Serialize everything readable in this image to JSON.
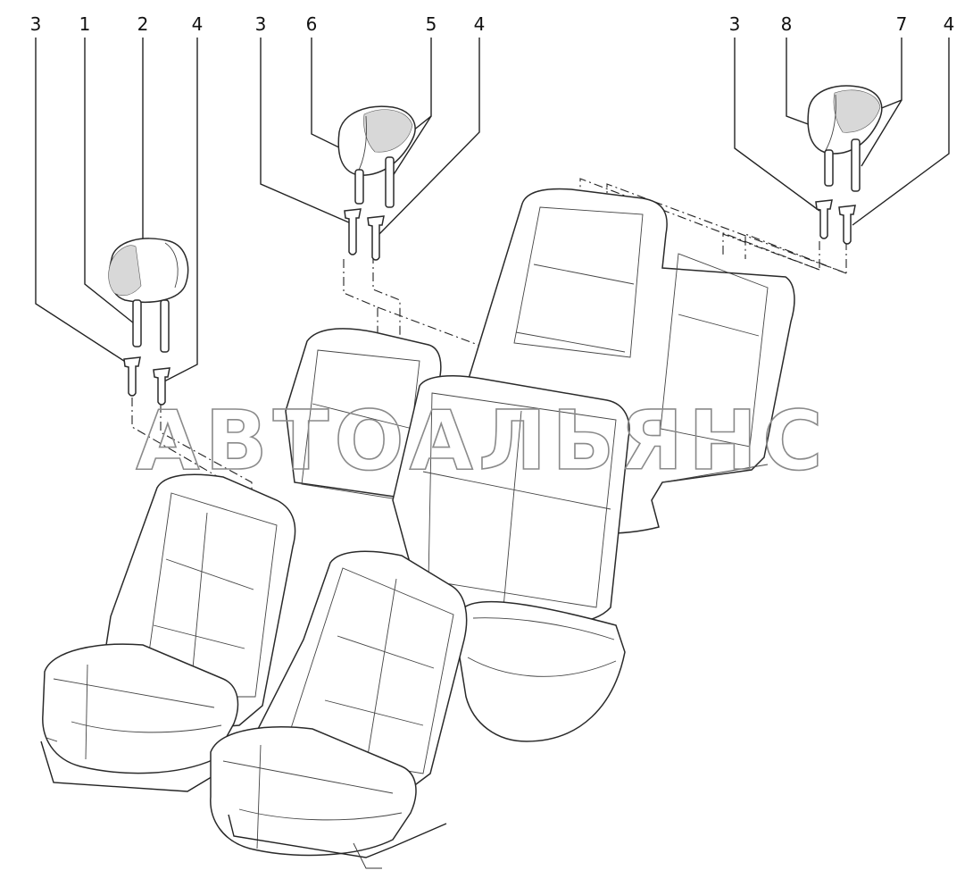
{
  "watermark": "АВТОАЛЬЯНС",
  "callouts": {
    "left_3": "3",
    "left_1": "1",
    "left_2": "2",
    "left_4": "4",
    "mid_3": "3",
    "mid_6": "6",
    "mid_5": "5",
    "mid_4": "4",
    "right_3": "3",
    "right_8": "8",
    "right_7": "7",
    "right_4": "4"
  }
}
